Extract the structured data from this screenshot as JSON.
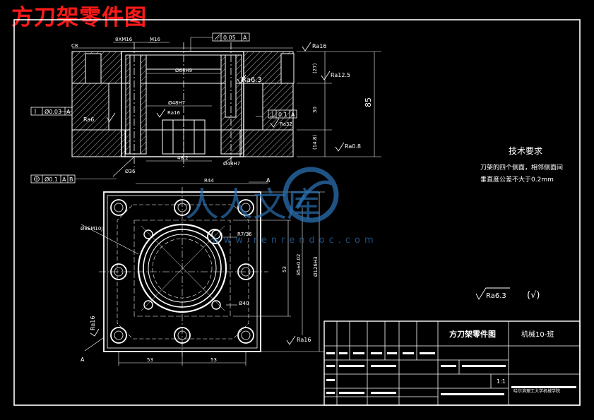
{
  "overlay_title": "方刀架零件图",
  "tech_req": {
    "heading": "技术要求",
    "line1": "刀架的四个侧面，相邻侧面间",
    "line2": "垂直度公差不大于0.2mm"
  },
  "watermark": {
    "text": "人人文库",
    "url": "www.renrendoc.com"
  },
  "roughness_note": {
    "value": "Ra6.3",
    "paren": "(√)"
  },
  "title_block": {
    "part_name": "方刀架零件图",
    "class": "机械10-班",
    "scale": "1:1",
    "school": "哈尔滨理工大学机械学院"
  },
  "front_view": {
    "flatness_tol": "0.05",
    "flatness_datum": "A",
    "roughness_top": "Ra16",
    "roughness_right": "Ra12.5",
    "roughness_center": "Ra6.3",
    "roughness_bottom_right": "Ra0.8",
    "roughness_left": "Ra6.",
    "roughness_inner": "Ra16",
    "roughness_small": "Ra32",
    "coax_tol": "Ø0.03",
    "coax_datum": "A",
    "perp_tol": "0.1",
    "perp_datum": "A",
    "dim_height": "85",
    "dim_bore": "Ø64H9",
    "dim_bore2": "Ø48H7",
    "dim_slot": "8XM16",
    "dim_m16": "M16",
    "dim_c8": "C8",
    "dim_27": "(27)",
    "dim_30": "30",
    "dim_48": "48.2",
    "dim_bottom_left": "Ø36",
    "dim_bottom_right": "Ø48H7",
    "dim_f": "(14.8)"
  },
  "plan_view": {
    "pos_tol": "Ø0.1",
    "pos_datum_a": "A",
    "pos_datum_b": "B",
    "dim_r44": "R44",
    "dim_hole": "Ø8EM10J",
    "dim_r76": "R7/36",
    "dim_ring": "Ø40",
    "dim_53a": "53",
    "dim_53b": "53",
    "dim_53c": "53",
    "dim_side": "85±0.02",
    "dim_total": "Ø126H3",
    "roughness_corner": "Ra16",
    "roughness_bottom": "Ra16",
    "section_a": "A",
    "section_a2": "A"
  }
}
